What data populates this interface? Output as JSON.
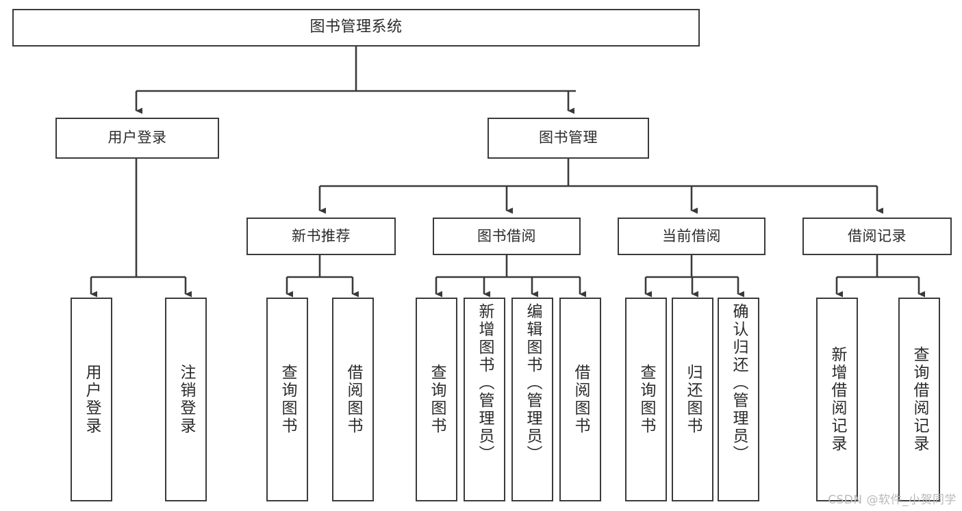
{
  "diagram": {
    "title": "图书管理系统",
    "type": "tree",
    "watermark": "CSDN @软件_小贺同学",
    "line_color": "#3a3a3a",
    "text_color": "#2b2b2b",
    "background": "#ffffff"
  },
  "nodes": {
    "root": {
      "label": "图书管理系统"
    },
    "level1": [
      {
        "label": "用户登录"
      },
      {
        "label": "图书管理"
      }
    ],
    "level2": [
      {
        "label": "新书推荐"
      },
      {
        "label": "图书借阅"
      },
      {
        "label": "当前借阅"
      },
      {
        "label": "借阅记录"
      }
    ],
    "leaves": {
      "user_login": [
        {
          "label": "用户登录"
        },
        {
          "label": "注销登录"
        }
      ],
      "new_book_recommend": [
        {
          "label": "查询图书"
        },
        {
          "label": "借阅图书"
        }
      ],
      "book_borrow": [
        {
          "label": "查询图书"
        },
        {
          "label": "新增图书（管理员）"
        },
        {
          "label": "编辑图书（管理员）"
        },
        {
          "label": "借阅图书"
        }
      ],
      "current_borrow": [
        {
          "label": "查询图书"
        },
        {
          "label": "归还图书"
        },
        {
          "label": "确认归还（管理员）"
        }
      ],
      "borrow_record": [
        {
          "label": "新增借阅记录"
        },
        {
          "label": "查询借阅记录"
        }
      ]
    }
  },
  "tree_data": {
    "name": "图书管理系统",
    "children": [
      {
        "name": "用户登录",
        "children": [
          {
            "name": "用户登录"
          },
          {
            "name": "注销登录"
          }
        ]
      },
      {
        "name": "图书管理",
        "children": [
          {
            "name": "新书推荐",
            "children": [
              {
                "name": "查询图书"
              },
              {
                "name": "借阅图书"
              }
            ]
          },
          {
            "name": "图书借阅",
            "children": [
              {
                "name": "查询图书"
              },
              {
                "name": "新增图书（管理员）"
              },
              {
                "name": "编辑图书（管理员）"
              },
              {
                "name": "借阅图书"
              }
            ]
          },
          {
            "name": "当前借阅",
            "children": [
              {
                "name": "查询图书"
              },
              {
                "name": "归还图书"
              },
              {
                "name": "确认归还（管理员）"
              }
            ]
          },
          {
            "name": "借阅记录",
            "children": [
              {
                "name": "新增借阅记录"
              },
              {
                "name": "查询借阅记录"
              }
            ]
          }
        ]
      }
    ]
  }
}
